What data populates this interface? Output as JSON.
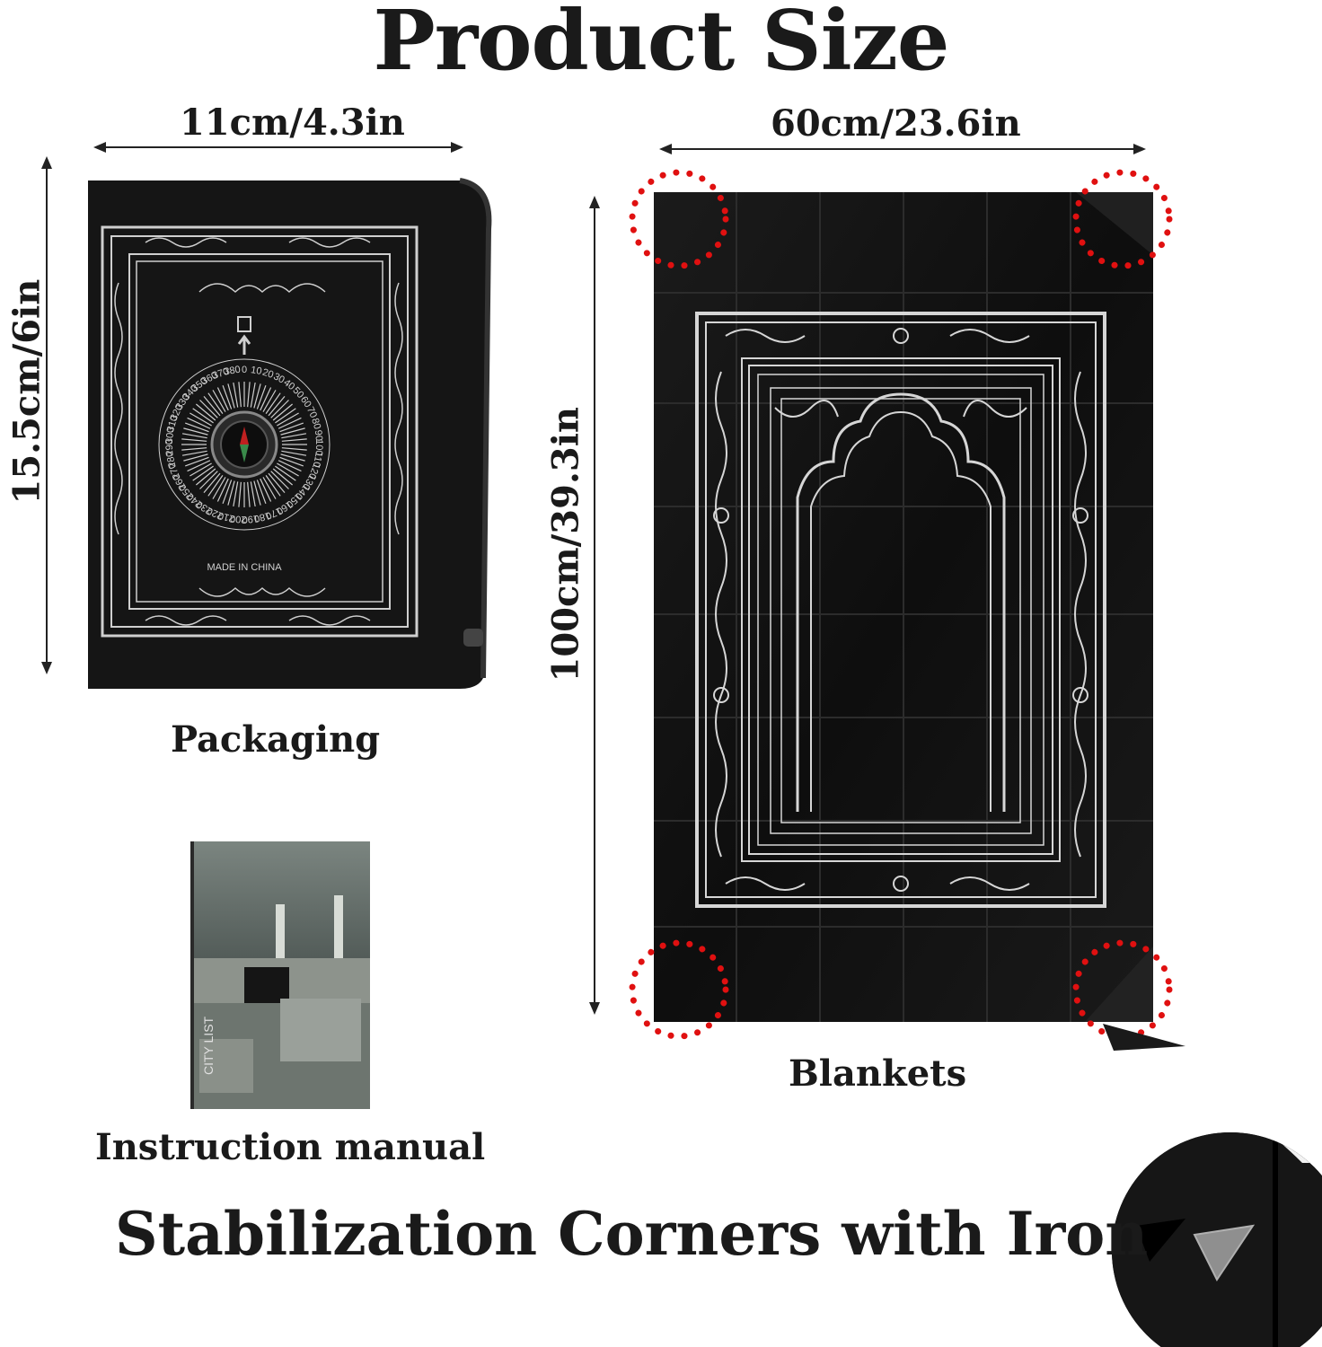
{
  "title": "Product Size",
  "packaging": {
    "width_label": "11cm/4.3in",
    "height_label": "15.5cm/6in",
    "caption": "Packaging",
    "print_text": "MADE IN CHINA",
    "compass_numbers": [
      "0",
      "10",
      "20",
      "30",
      "40",
      "50",
      "60",
      "70",
      "80",
      "90",
      "100",
      "110",
      "120",
      "130",
      "140",
      "150",
      "160",
      "170",
      "180",
      "190",
      "200",
      "210",
      "220",
      "230",
      "240",
      "250",
      "260",
      "270",
      "280",
      "290",
      "300",
      "310",
      "320",
      "330",
      "340",
      "350",
      "360",
      "370",
      "380"
    ]
  },
  "blanket": {
    "width_label": "60cm/23.6in",
    "height_label": "100cm/39.3in",
    "caption": "Blankets"
  },
  "manual": {
    "caption": "Instruction manual",
    "cover_text": "CITY LIST"
  },
  "footer": {
    "title": "Stabilization Corners with Iron"
  },
  "colors": {
    "fabric": "#141414",
    "pattern": "#d8d8d8",
    "highlight": "#e01010"
  }
}
